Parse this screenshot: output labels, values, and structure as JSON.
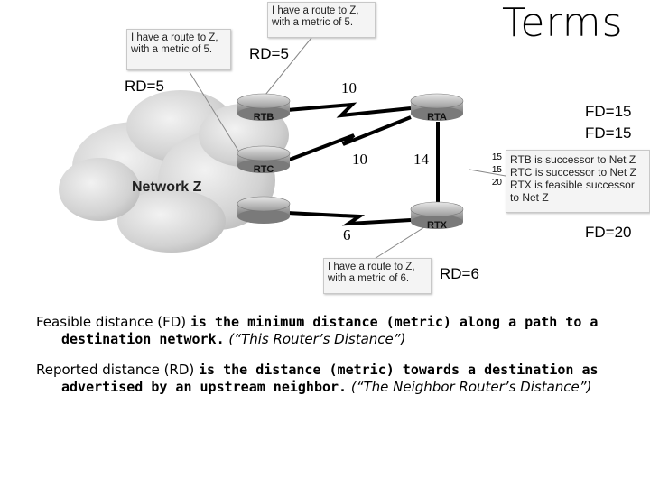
{
  "title": "Terms",
  "notes": {
    "rtb_note": "I have a route to Z, with a metric of 5.",
    "rtc_note": "I have a route to Z, with a metric of 5.",
    "rtx_note": "I have a route to Z, with a metric of 6.",
    "successor_note": "RTB is successor to Net Z RTC is successor to Net Z RTX is feasible successor to Net Z"
  },
  "successor_lines": [
    "RTB is successor to Net Z",
    "RTC is successor to Net Z",
    "RTX is feasible successor",
    "to Net Z"
  ],
  "successor_metrics": [
    "15",
    "15",
    "20"
  ],
  "labels": {
    "rd_top": "RD=5",
    "rd_left": "RD=5",
    "rd_bottom": "RD=6",
    "fd_1": "FD=15",
    "fd_2": "FD=15",
    "fd_3": "FD=20",
    "network": "Network Z"
  },
  "metrics": {
    "rtb_rta": "10",
    "rtc_rta": "10",
    "rta_rtx": "14",
    "rtx_z": "6"
  },
  "routers": [
    "RTB",
    "RTA",
    "RTC",
    "RTX"
  ],
  "definitions": {
    "fd_term": "Feasible distance (FD)",
    "fd_text": "is the minimum distance (metric) along a path to a destination network.",
    "fd_quote": "(“This Router’s Distance”)",
    "rd_term": "Reported distance (RD)",
    "rd_text": "is the distance (metric) towards a destination as advertised by an upstream neighbor.",
    "rd_quote": "(“The Neighbor Router’s Distance”)"
  }
}
